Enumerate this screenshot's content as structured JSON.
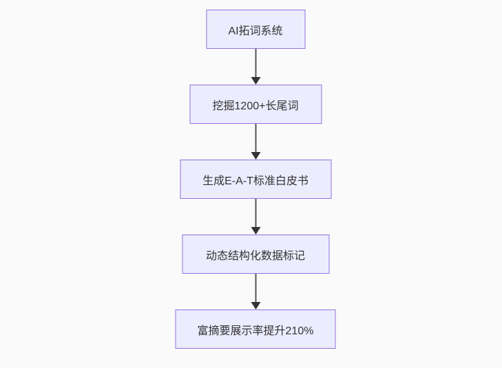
{
  "diagram": {
    "type": "flowchart-vertical",
    "nodes": [
      {
        "label": "AI拓词系统"
      },
      {
        "label": "挖掘1200+长尾词"
      },
      {
        "label": "生成E-A-T标准白皮书"
      },
      {
        "label": "动态结构化数据标记"
      },
      {
        "label": "富摘要展示率提升210%"
      }
    ],
    "edges": [
      {
        "from": 0,
        "to": 1
      },
      {
        "from": 1,
        "to": 2
      },
      {
        "from": 2,
        "to": 3
      },
      {
        "from": 3,
        "to": 4
      }
    ]
  },
  "colors": {
    "bg": "#fafafa",
    "node-fill": "#ECECFF",
    "node-border": "#9370DB",
    "node-text": "#333333",
    "arrow-line": "#555555",
    "arrow-head": "#333333"
  }
}
